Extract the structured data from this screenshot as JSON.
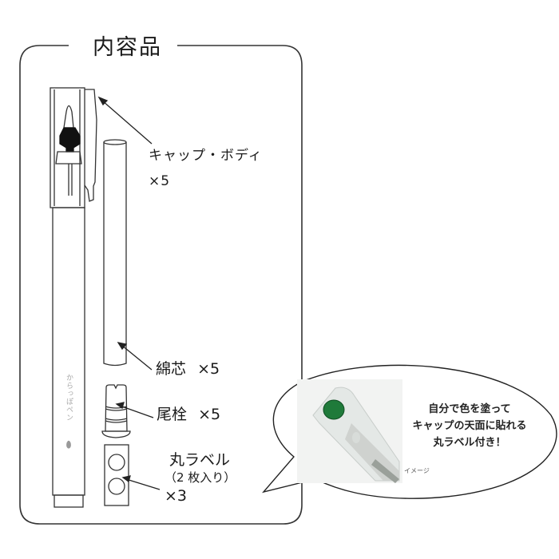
{
  "figure": {
    "title": "内容品",
    "colors": {
      "line": "#333333",
      "background": "#ffffff",
      "label_dot_green": "#1f7a3a"
    }
  },
  "items": [
    {
      "name": "キャップ・ボディ",
      "qty": "×5"
    },
    {
      "name": "綿芯",
      "qty": "×5"
    },
    {
      "name": "尾栓",
      "qty": "×5"
    },
    {
      "name": "丸ラベル",
      "sub": "（2 枚入り）",
      "qty": "×3"
    }
  ],
  "pen": {
    "barrel_text": "からっぽペン"
  },
  "callout": {
    "lines": [
      "自分で色を塗って",
      "キャップの天面に貼れる",
      "丸ラベル付き！"
    ],
    "photo_note": "イメージ"
  }
}
